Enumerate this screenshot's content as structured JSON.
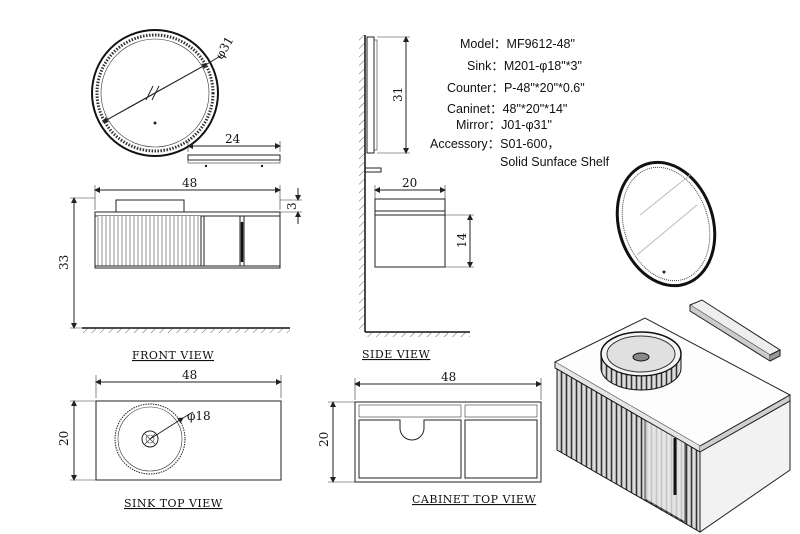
{
  "specs": {
    "model": "Model：MF9612-48\"",
    "sink": "Sink：M201-φ18\"*3\"",
    "counter": "Counter：P-48\"*20\"*0.6\"",
    "cabinet": "Caninet：48\"*20\"*14\"",
    "mirror": "Mirror：J01-φ31\"",
    "accessory_1": "Accessory：S01-600，",
    "accessory_2": "Solid Sunface Shelf"
  },
  "views": {
    "front": "FRONT VIEW",
    "side": "SIDE VIEW",
    "sink_top": "SINK TOP VIEW",
    "cabinet_top": "CABINET TOP VIEW"
  },
  "dims": {
    "mirror_dia": "φ31",
    "shelf_width": "24",
    "front_width": "48",
    "front_height": "33",
    "counter_thk": "3",
    "mirror_height": "31",
    "side_depth": "20",
    "side_height": "14",
    "sink_top_width": "48",
    "sink_top_depth": "20",
    "sink_dia": "φ18",
    "cab_top_width": "48",
    "cab_top_depth": "20"
  }
}
